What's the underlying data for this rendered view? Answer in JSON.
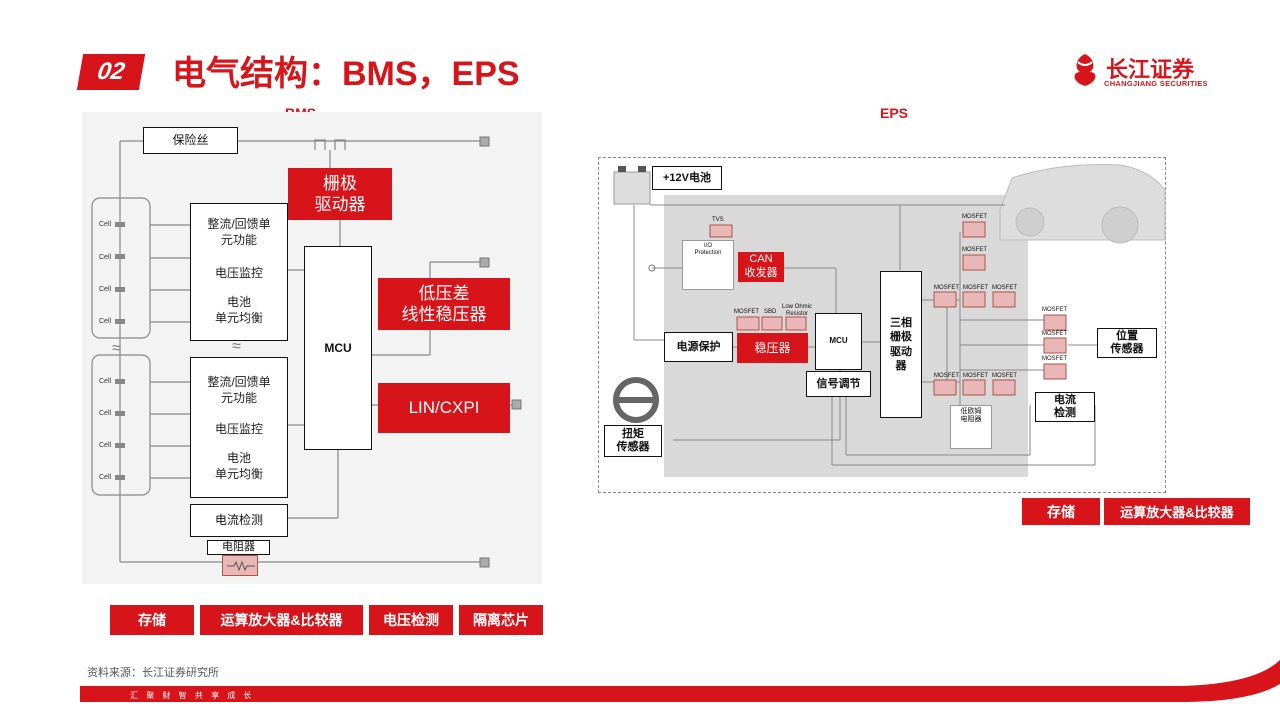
{
  "header": {
    "badge": "02",
    "title": "电气结构：BMS，EPS",
    "logo_cn": "长江证券",
    "logo_en": "CHANGJIANG SECURITIES"
  },
  "bms": {
    "section_label": "BMS",
    "fuse": "保险丝",
    "gate_driver": "栅极\n驱动器",
    "rectifier_1": "整流/回馈单\n元功能",
    "voltage_monitor_1": "电压监控",
    "cell_balance_1": "电池\n单元均衡",
    "rectifier_2": "整流/回馈单\n元功能",
    "voltage_monitor_2": "电压监控",
    "cell_balance_2": "电池\n单元均衡",
    "mcu": "MCU",
    "ldo": "低压差\n线性稳压器",
    "lin": "LIN/CXPI",
    "current_detect": "电流检测",
    "resistor": "电阻器",
    "cell_label": "Cell",
    "approx": "≈",
    "tags": [
      "存储",
      "运算放大器&比较器",
      "电压检测",
      "隔离芯片"
    ]
  },
  "eps": {
    "section_label": "EPS",
    "battery": "+12V电池",
    "tvs": "TVS",
    "io_protection": "I/O\nProtection",
    "can": "CAN\n收发器",
    "mosfet": "MOSFET",
    "sbd": "SBD",
    "low_ohmic": "Low Ohmic\nResistor",
    "power_protect": "电源保护",
    "regulator": "稳压器",
    "mcu": "MCU",
    "signal": "信号调节",
    "three_phase": "三相\n栅极\n驱动\n器",
    "low_ohm_res": "低欧姆\n电阻器",
    "position_sensor": "位置\n传感器",
    "current_detect": "电流\n检测",
    "torque_sensor": "扭矩\n传感器",
    "tags": [
      "存储",
      "运算放大器&比较器"
    ]
  },
  "footer": {
    "source": "资料来源：长江证券研究所",
    "slogan": "汇 聚 财 智    共 享 成 长"
  },
  "colors": {
    "accent": "#d7141a",
    "panel": "#f3f3f3",
    "pink": "#e9b7b7"
  }
}
